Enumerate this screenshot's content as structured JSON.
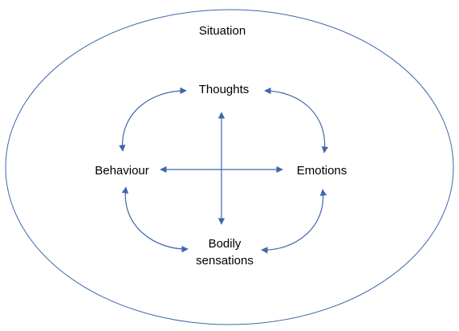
{
  "colors": {
    "line": "#3f68ab",
    "text": "#000000",
    "background": "#ffffff"
  },
  "diagram": {
    "container_label": "Situation",
    "nodes": {
      "thoughts": "Thoughts",
      "behaviour": "Behaviour",
      "emotions": "Emotions",
      "bodily_line1": "Bodily",
      "bodily_line2": "sensations"
    }
  }
}
